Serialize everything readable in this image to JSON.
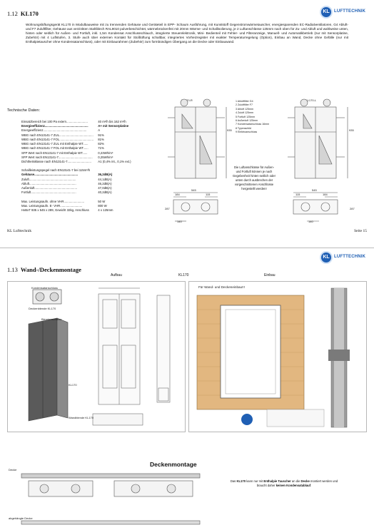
{
  "brand": {
    "logo_letters": "KL",
    "logo_word": "LUFTTECHNIK"
  },
  "page1": {
    "section_number": "1.12",
    "section_title": "KL170",
    "description": "Wohnungslüftungsgerät KL170 in Modulbauweise mit zu trennenden Gehäuse und Geräteteil in EPP- Schaum Ausführung, mit Kunststoff Gegenstromwärmetauscher, energiesparenden EC-Radialventilatoren, G4 Abluft- und F7 Zuluftfilter, Gehäuse aus verzinkten Stahlblech RAL9010 pulverbeschichtet, wärmebrückenfrei mit 20mm Wärme- und Schallisolierung, je 2 Luftanschlüsse 125mm nach oben für Zu- und Abluft und wahlweise unten, hinten oder seitlich für Außen- und Fortluft, inkl. 1,5m Kondensat Anschlussschlauch, integrierte Steuerelektronik, Mini- Bedienteil mit Fehler- und Filteranzeige, Manuell- und Automatikbetrieb (nur mit Sensorplatine, Zubehör) mit 4 Luftstufen, 3. Stufe auch über externen Kontakt für Stoßlüftung schaltbar, integriertes Vorheizregister mit exakter Temperaturregelung (Option), Einbau an Wand, Decke ohne Gefälle (nur mit Enthalpietauscher ohne Kondensatanschluss), oder mit Einbaurahmen (Zubehör) zum formbündigen Übergang an die Decke oder Einbauwand.",
    "tech_heading": "Technische Daten:",
    "specs": [
      {
        "k": "Einsatzbereich bei 100 Pa extern.........................",
        "v": "40 m³/h bis 162 m³/h",
        "b": false
      },
      {
        "k": "Energieeffizienz...................................................",
        "v": "A+ mit Sensorplatine",
        "b": true
      },
      {
        "k": "Energieeffizienz...................................................",
        "v": "A",
        "b": false
      },
      {
        "k": "WBG nach EN13141-7 ZUL........................................",
        "v": "91%",
        "b": false
      },
      {
        "k": "WBG nach EN13141-7 FOL........................................",
        "v": "81%",
        "b": false
      },
      {
        "k": "WBG nach EN13141-7 ZUL mit Enthalpie WT......",
        "v": "82%",
        "b": false
      },
      {
        "k": "WBG nach EN13141-7 FOL mit Enthalpie WT......",
        "v": "71%",
        "b": false
      },
      {
        "k": "SFP Wert nach EN13141-7 mit Enthalpie WT......",
        "v": "0,23Wh/m³",
        "b": false
      },
      {
        "k": "SFP Wert nach EN13141-7........................................",
        "v": "0,25Wh/m³",
        "b": false
      },
      {
        "k": "Dichtheitsklasse nach EN13141-7............................",
        "v": "A1 (0,4% int., 0,1% ext.)",
        "b": false
      }
    ],
    "sound_heading": "Schallleistungspegel nach EN13141-7 bei 115m³/h",
    "sound": [
      {
        "k": "Gehäuse...................................................",
        "v": "36,2dB(A)",
        "b": true
      },
      {
        "k": "Zuluft.......................................................",
        "v": "44,1dB(A)",
        "b": false
      },
      {
        "k": "Abluft.......................................................",
        "v": "46,2dB(A)",
        "b": false
      },
      {
        "k": "Außenluft..................................................",
        "v": "47,0dB(A)",
        "b": false
      },
      {
        "k": "Fortluft.....................................................",
        "v": "40,2dB(A)",
        "b": false
      }
    ],
    "power": [
      {
        "k": "Max. Leistungsaufn. ohne VHR........................",
        "v": "50 W"
      },
      {
        "k": "Max. Leistungsaufn. E- VHR..........................",
        "v": "800 W"
      },
      {
        "k": "HxBxT 935 x 545 x 289, Gewicht 32kg, Anschluss",
        "v": "4 x 125mm"
      }
    ],
    "drawing_left_label": "KL170-R",
    "drawing_right_label": "KL170-L",
    "legend": [
      "1 Abluftfilter G4",
      "2 Zuluftfilter F7",
      "3 Abluft 125mm",
      "4 Zuluft 125mm",
      "5 Fortluft 125mm",
      "6 Außenluft 125mm",
      "7 Kondensatanschluss 16mm",
      "8 Typenschild",
      "9 Elektroanschluss"
    ],
    "note": "Die Luftanschlüsse für Außen- und Fortluft können je nach Gegebenheit hinten seitlich oder unten durch ausbrechen der vorgeschnittenen Anschlüsse hergestellt werden!",
    "dims": {
      "d545": "545",
      "d184": "184",
      "d115": "115",
      "d140": "140",
      "d287": "287",
      "d935": "935"
    },
    "footer_left": "KL Lufttechnik",
    "footer_right": "Seite 15"
  },
  "page2": {
    "section_number": "1.13",
    "section_title": "Wand-/Deckenmontage",
    "col_aufbau": "Aufbau",
    "col_kl170": "KL170",
    "col_einbau": "Einbau",
    "aufbau_labels": [
      "Kondensatanschluss",
      "Deckenblende KL170",
      "Blendenschiene",
      "KL170",
      "Wandblende KL170"
    ],
    "einbau_heading": "Für Wand- und Deckeneinbau!!!",
    "deck_title": "Deckenmontage",
    "deck_labels": [
      "Decke",
      "abgehängte Decke"
    ],
    "deck_note_pre": "Das ",
    "deck_note_b1": "KL170",
    "deck_note_mid": " kann nur mit ",
    "deck_note_b2": "Enthalpie Tauscher",
    "deck_note_mid2": " an die ",
    "deck_note_b3": "Decke",
    "deck_note_mid3": " montiert werden und braucht daher ",
    "deck_note_b4": "keinen Kondensatablauf",
    "deck_note_end": "."
  }
}
